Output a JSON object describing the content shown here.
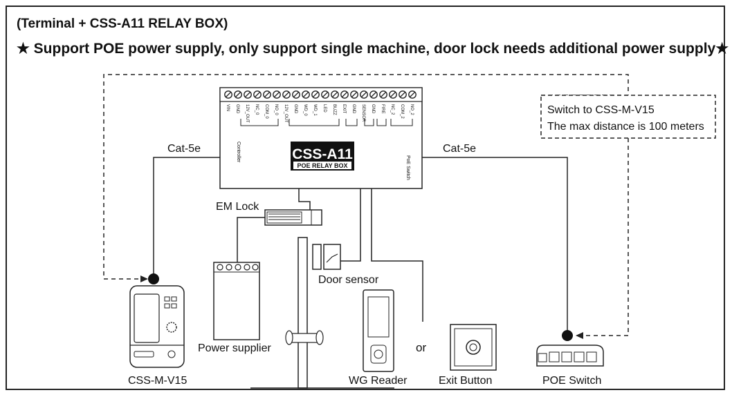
{
  "header": {
    "subtitle": "(Terminal + CSS-A11 RELAY BOX)",
    "headline": "★ Support POE power supply, only support single machine, door lock needs additional power supply★"
  },
  "relay_box": {
    "model": "CSS-A11",
    "caption": "POE RELAY BOX",
    "side_left": "Controller",
    "side_right": "PoE Switch",
    "terminals": [
      "VIN",
      "GND",
      "12V_OUT",
      "NC_0",
      "COM_0",
      "NO_0",
      "12V_OUT",
      "GND",
      "WD_0",
      "WD_1",
      "LED",
      "BUZZ",
      "EXIT",
      "GND",
      "SENSOR",
      "GND",
      "FIRE",
      "NC_2",
      "COM_2",
      "NO_2"
    ]
  },
  "cables": {
    "left": "Cat-5e",
    "right": "Cat-5e"
  },
  "note": {
    "line1": "Switch to CSS-M-V15",
    "line2": "The max distance is 100 meters"
  },
  "devices": {
    "em_lock": "EM Lock",
    "door_sensor": "Door sensor",
    "power_supplier": "Power supplier",
    "terminal": "CSS-M-V15",
    "wg_reader": "WG Reader",
    "or": "or",
    "exit_button": "Exit Button",
    "poe_switch": "POE Switch"
  }
}
